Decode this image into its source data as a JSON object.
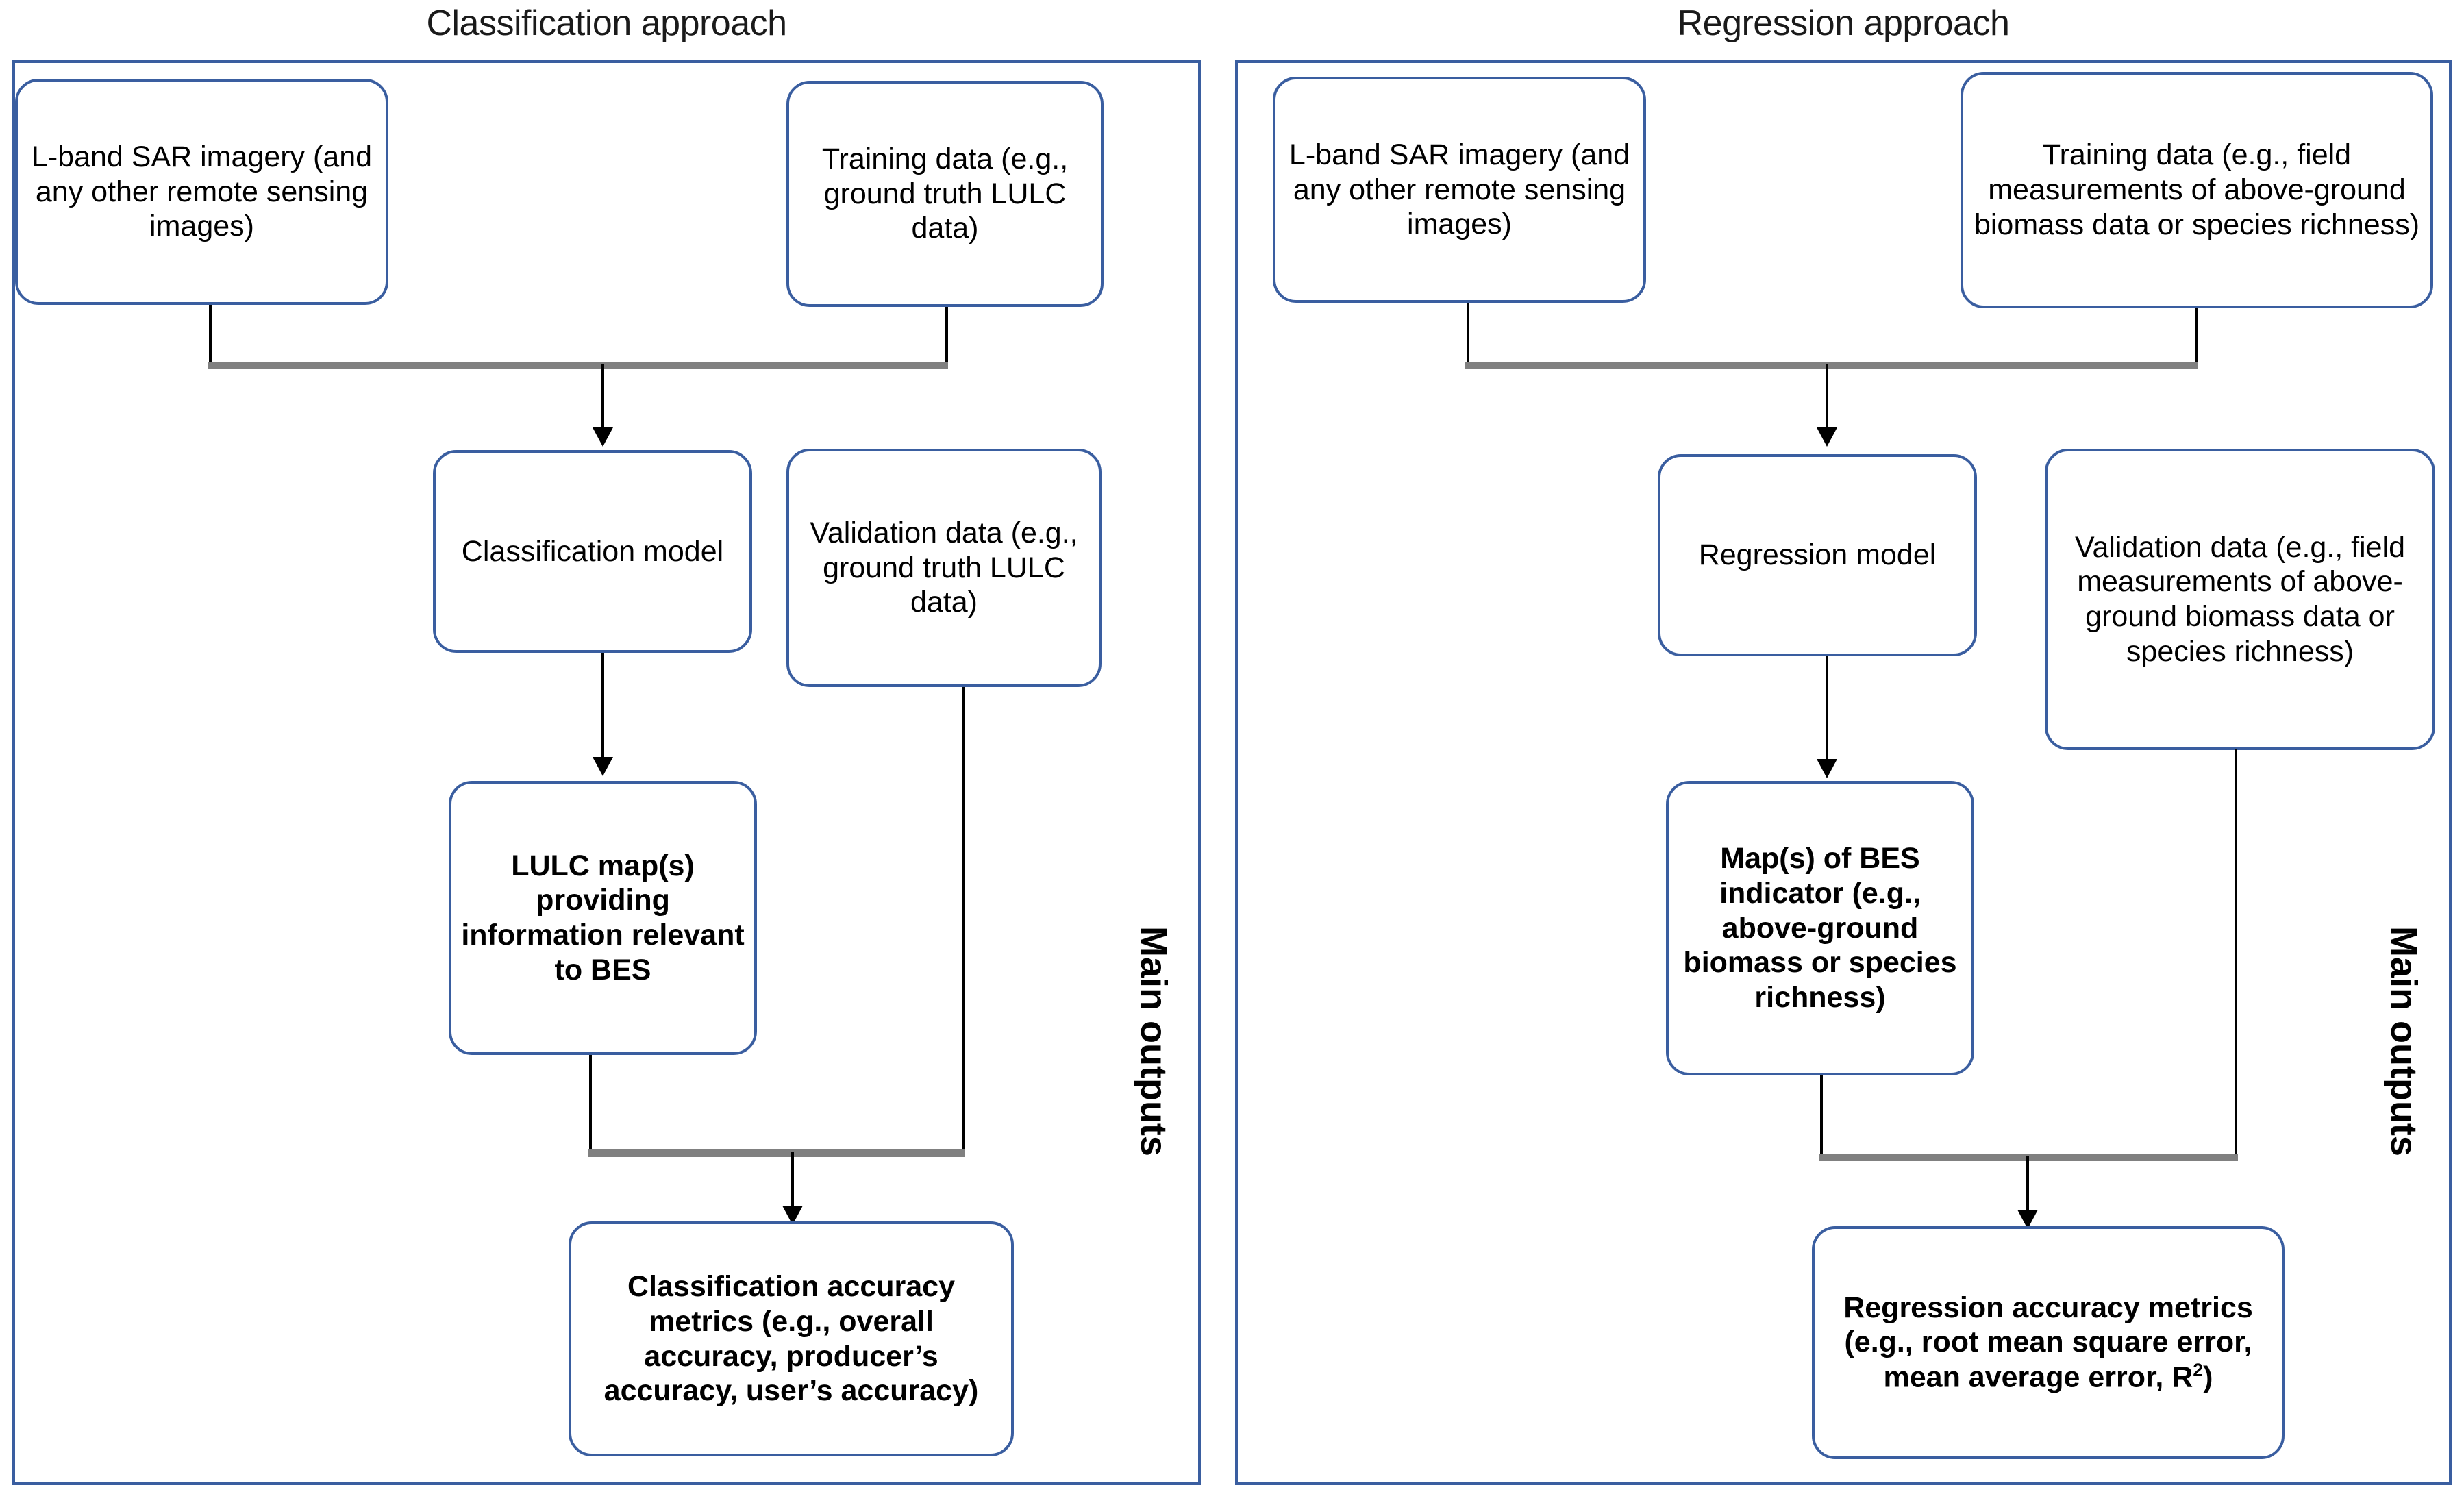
{
  "diagram": {
    "title_left": "Classification approach",
    "title_right": "Regression approach",
    "side_label": "Main outputs",
    "accent_color": "#3A5EA0",
    "connector_color": "#000000",
    "merge_bar_color": "#808080"
  },
  "classification": {
    "title": "Classification approach",
    "side_label": "Main outputs",
    "nodes": {
      "input_imagery": "L-band SAR imagery (and any other remote sensing images)",
      "training_data": "Training data (e.g., ground truth LULC data)",
      "model": "Classification model",
      "validation_data": "Validation data (e.g., ground truth LULC data)",
      "output_map": "LULC map(s) providing information relevant to BES",
      "output_metrics": "Classification accuracy metrics (e.g., overall accuracy, producer’s accuracy, user’s accuracy)"
    }
  },
  "regression": {
    "title": "Regression approach",
    "side_label": "Main outputs",
    "nodes": {
      "input_imagery": "L-band SAR imagery (and any other remote sensing images)",
      "training_data": "Training data (e.g., field measurements of above-ground biomass data or species richness)",
      "model": "Regression model",
      "validation_data": "Validation data (e.g., field measurements of above-ground biomass data or species richness)",
      "output_map": "Map(s) of BES indicator (e.g., above-ground biomass or species richness)",
      "output_metrics_pre": "Regression accuracy metrics (e.g., root mean square error, mean average error, R",
      "output_metrics_sup": "2",
      "output_metrics_post": ")"
    }
  }
}
